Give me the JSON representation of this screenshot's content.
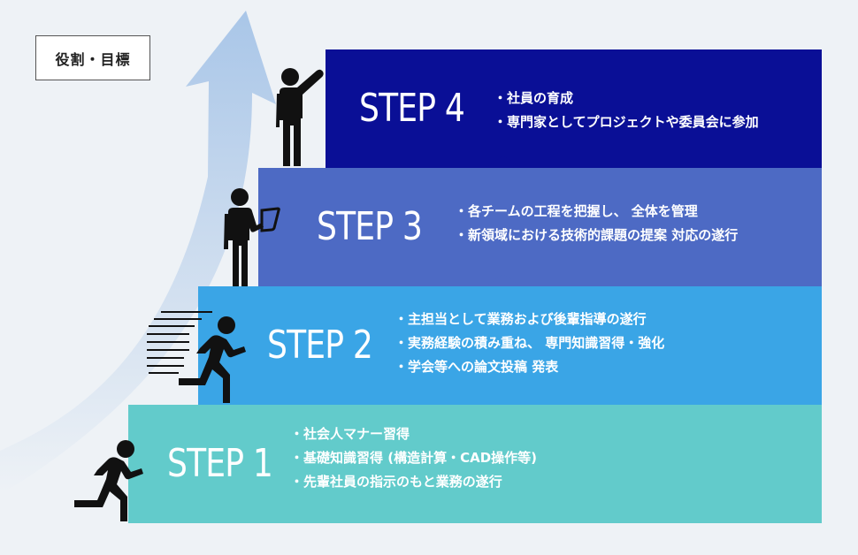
{
  "badge": {
    "label": "役割・目標"
  },
  "colors": {
    "step4": "#0a0f96",
    "step3": "#4d6ac4",
    "step2": "#3aa5e6",
    "step1": "#62cbcb",
    "figure": "#111111",
    "arrow": "#c7d9ee"
  },
  "steps": [
    {
      "title": "STEP 4",
      "items": [
        "社員の育成",
        "専門家としてプロジェクトや委員会に参加"
      ]
    },
    {
      "title": "STEP 3",
      "items": [
        "各チームの工程を把握し、 全体を管理",
        "新領域における技術的課題の提案 対応の遂行"
      ]
    },
    {
      "title": "STEP 2",
      "items": [
        "主担当として業務および後輩指導の遂行",
        "実務経験の積み重ね、 専門知識習得・強化",
        "学会等への論文投稿 発表"
      ]
    },
    {
      "title": "STEP 1",
      "items": [
        "社会人マナー習得",
        "基礎知識習得 (構造計算・CAD操作等)",
        "先輩社員の指示のもと業務の遂行"
      ]
    }
  ]
}
